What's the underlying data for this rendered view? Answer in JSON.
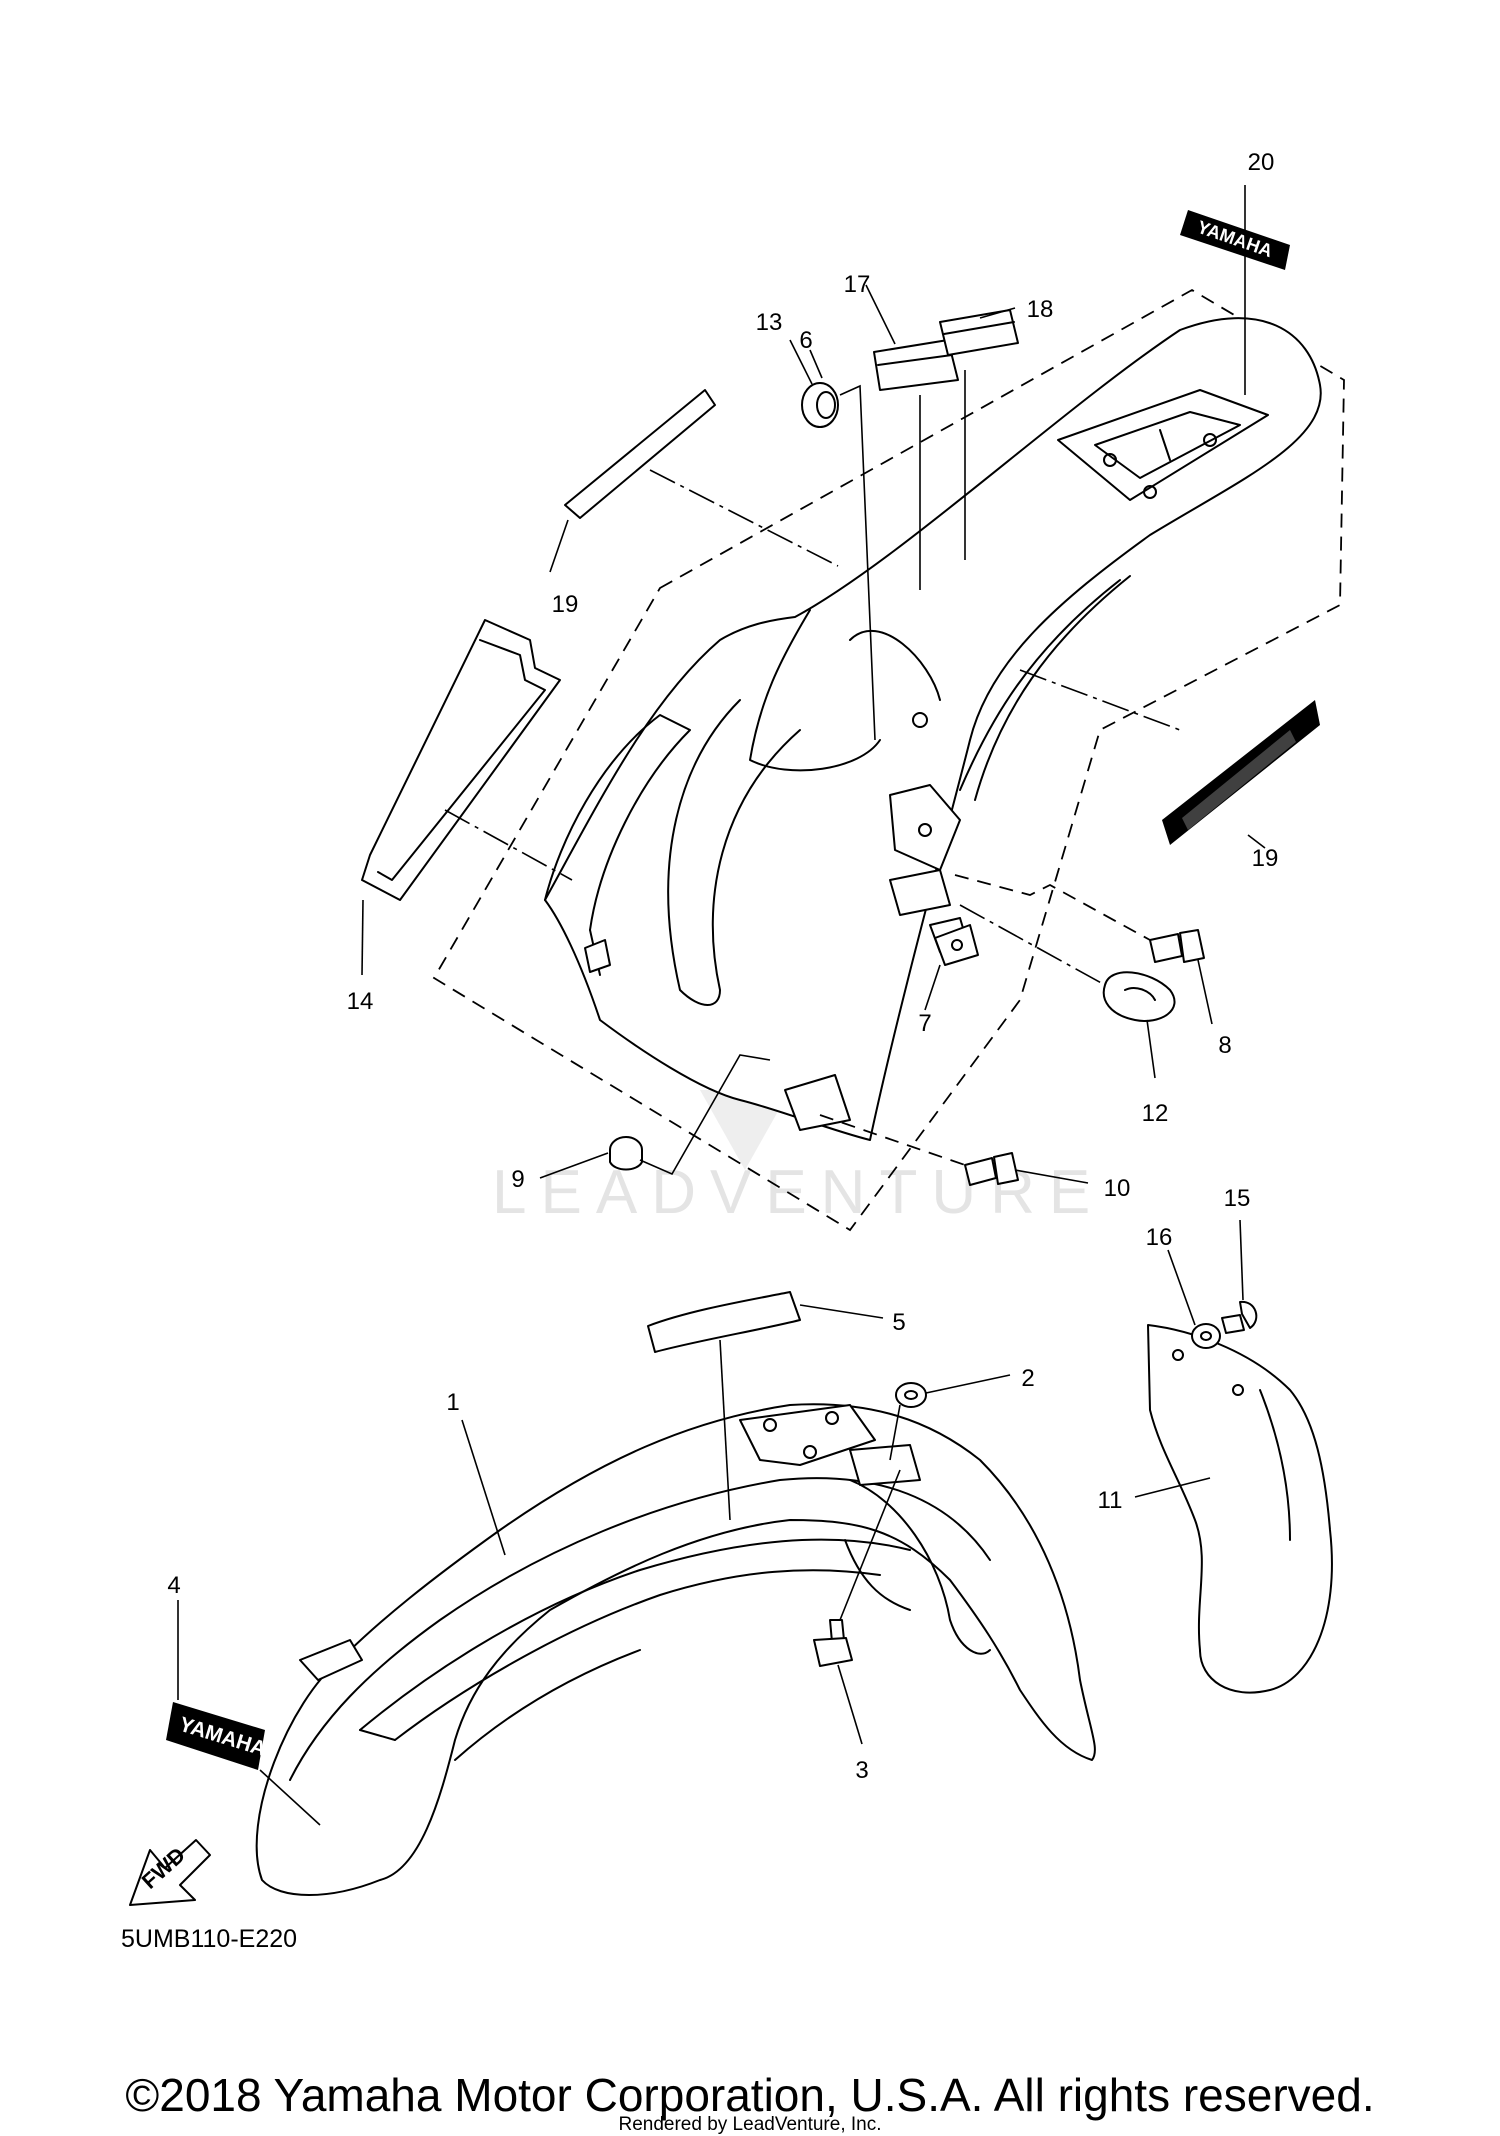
{
  "diagram": {
    "watermark": "LEADVENTURE",
    "diagram_code": "5UMB110-E220",
    "fwd_arrow_text": "FWD",
    "decal_text": "YAMAHA",
    "parts": [
      {
        "id": "1",
        "label": "1"
      },
      {
        "id": "2",
        "label": "2"
      },
      {
        "id": "3",
        "label": "3"
      },
      {
        "id": "4",
        "label": "4"
      },
      {
        "id": "5",
        "label": "5"
      },
      {
        "id": "6",
        "label": "6"
      },
      {
        "id": "7",
        "label": "7"
      },
      {
        "id": "8",
        "label": "8"
      },
      {
        "id": "9",
        "label": "9"
      },
      {
        "id": "10",
        "label": "10"
      },
      {
        "id": "11",
        "label": "11"
      },
      {
        "id": "12",
        "label": "12"
      },
      {
        "id": "13",
        "label": "13"
      },
      {
        "id": "14",
        "label": "14"
      },
      {
        "id": "15",
        "label": "15"
      },
      {
        "id": "16",
        "label": "16"
      },
      {
        "id": "17",
        "label": "17"
      },
      {
        "id": "18",
        "label": "18"
      },
      {
        "id": "19a",
        "label": "19"
      },
      {
        "id": "19b",
        "label": "19"
      },
      {
        "id": "20",
        "label": "20"
      }
    ]
  },
  "footer": {
    "copyright": "©2018 Yamaha Motor Corporation, U.S.A. All rights reserved.",
    "rendered_by": "Rendered by LeadVenture, Inc."
  }
}
